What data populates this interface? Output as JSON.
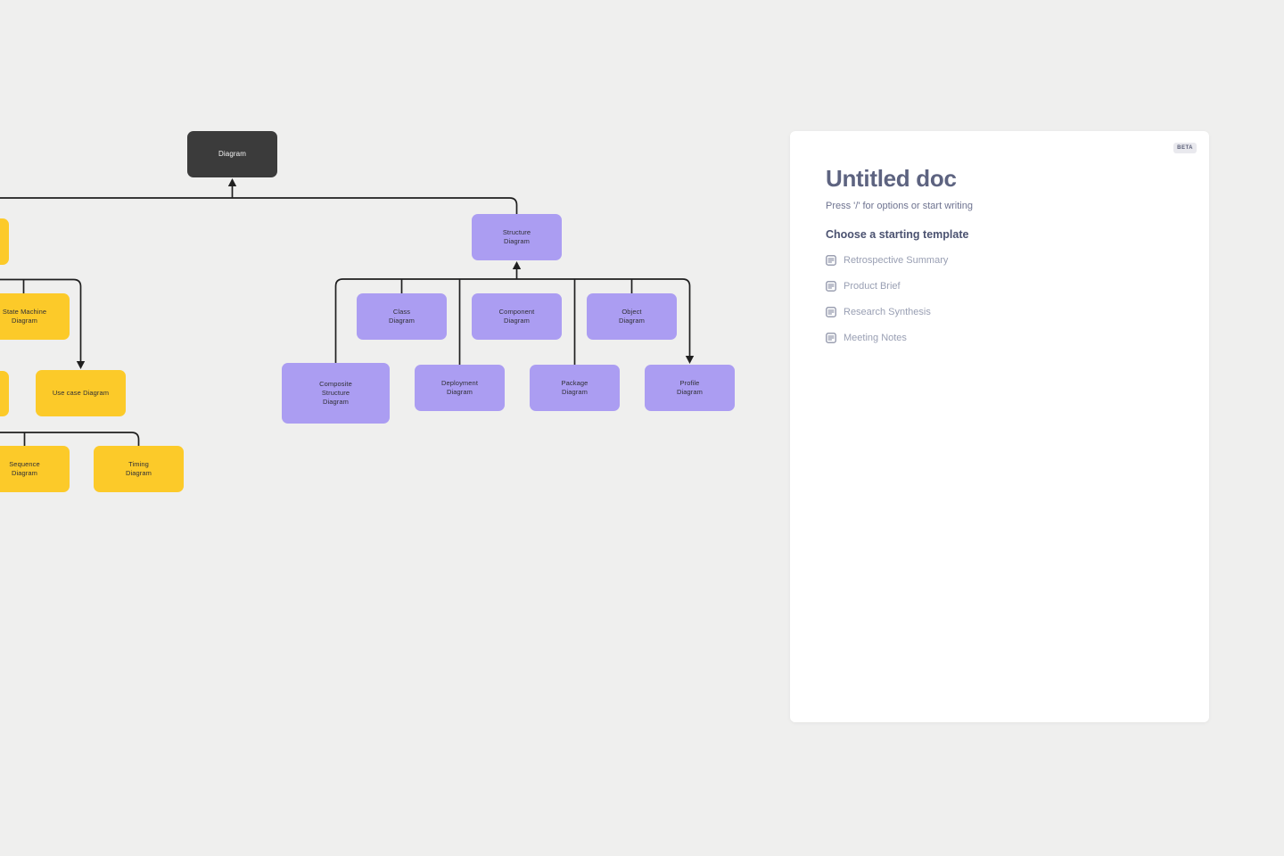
{
  "canvas": {
    "background": "#efefee",
    "line_color": "#1f1f1f",
    "node_colors": {
      "dark": "#3b3b3b",
      "purple": "#ab9df2",
      "yellow": "#fcca29"
    },
    "nodes": {
      "diagram": {
        "label": "Diagram",
        "type": "dark"
      },
      "structure": {
        "label": "Structure\nDiagram",
        "type": "purple"
      },
      "class": {
        "label": "Class\nDiagram",
        "type": "purple"
      },
      "component": {
        "label": "Component\nDiagram",
        "type": "purple"
      },
      "object": {
        "label": "Object\nDiagram",
        "type": "purple"
      },
      "composite": {
        "label": "Composite\nStructure\nDiagram",
        "type": "purple"
      },
      "deployment": {
        "label": "Deployment\nDiagram",
        "type": "purple"
      },
      "package": {
        "label": "Package\nDiagram",
        "type": "purple"
      },
      "profile": {
        "label": "Profile\nDiagram",
        "type": "purple"
      },
      "state_machine": {
        "label": "State Machine\nDiagram",
        "type": "yellow"
      },
      "use_case": {
        "label": "Use case Diagram",
        "type": "yellow"
      },
      "sequence": {
        "label": "Sequence\nDiagram",
        "type": "yellow"
      },
      "timing": {
        "label": "Timing\nDiagram",
        "type": "yellow"
      },
      "clipped_top": {
        "label": "",
        "type": "yellow"
      },
      "clipped_mid": {
        "label": "",
        "type": "yellow"
      }
    }
  },
  "doc_panel": {
    "beta_badge": "BETA",
    "title": "Untitled doc",
    "hint": "Press '/' for options or start writing",
    "section_heading": "Choose a starting template",
    "templates": [
      {
        "label": "Retrospective Summary"
      },
      {
        "label": "Product Brief"
      },
      {
        "label": "Research Synthesis"
      },
      {
        "label": "Meeting Notes"
      }
    ]
  }
}
